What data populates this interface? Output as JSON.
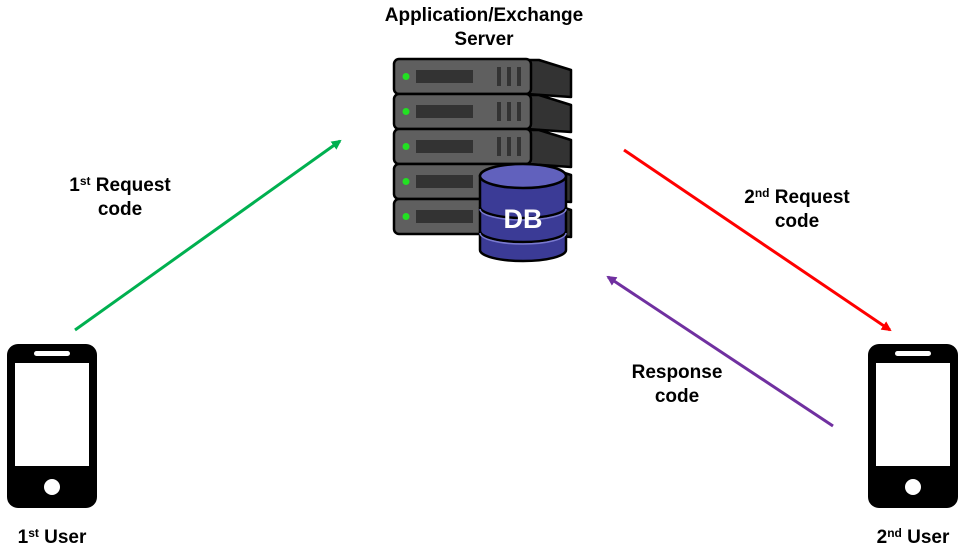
{
  "title": {
    "line1": "Application/Exchange",
    "line2": "Server"
  },
  "server": {
    "icon": "server-rack-icon",
    "units": 5,
    "led_color": "#22e022"
  },
  "database": {
    "icon": "database-icon",
    "label": "DB",
    "color": "#3b3b96"
  },
  "arrows": [
    {
      "id": "first-request",
      "from": "1st User",
      "to": "Application/Exchange Server",
      "color": "#00b050",
      "label": {
        "num": "1",
        "sup": "st",
        "text": " Request",
        "line2": "code"
      }
    },
    {
      "id": "second-request",
      "from": "Application/Exchange Server",
      "to": "2nd User",
      "color": "#ff0000",
      "label": {
        "num": "2",
        "sup": "nd",
        "text": " Request",
        "line2": "code"
      }
    },
    {
      "id": "response",
      "from": "2nd User",
      "to": "Application/Exchange Server",
      "color": "#7030a0",
      "label": {
        "line1": "Response",
        "line2": "code"
      }
    }
  ],
  "users": [
    {
      "icon": "smartphone-icon",
      "num": "1",
      "sup": "st",
      "text": " User"
    },
    {
      "icon": "smartphone-icon",
      "num": "2",
      "sup": "nd",
      "text": " User"
    }
  ]
}
